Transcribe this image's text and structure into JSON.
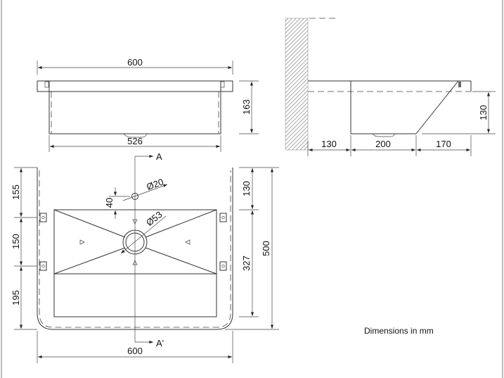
{
  "drawing": {
    "note": "Dimensions in mm",
    "front_view": {
      "width_top": "600",
      "width_bottom": "526",
      "height": "163"
    },
    "side_view": {
      "wall_gap": "130",
      "bowl_depth": "200",
      "front_slope": "170",
      "height": "130"
    },
    "plan_view": {
      "left_dims": [
        "155",
        "150",
        "195"
      ],
      "right_dims": [
        "130",
        "327"
      ],
      "total_depth": "500",
      "width": "600",
      "tap_hole_dia": "Ø20",
      "tap_hole_offset": "40",
      "drain_dia": "Ø53",
      "section_start": "A",
      "section_end": "A'"
    }
  },
  "colors": {
    "line": "#333333",
    "hatch": "#888888",
    "background": "#ffffff"
  }
}
